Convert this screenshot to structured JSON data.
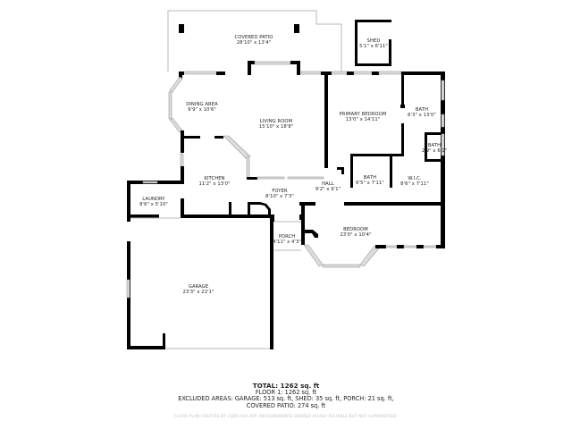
{
  "rooms": [
    {
      "id": "covered-patio",
      "name": "COVERED PATIO",
      "dims": "28'10\" x 13'4\""
    },
    {
      "id": "shed",
      "name": "SHED",
      "dims": "5'1\" x 6'11\""
    },
    {
      "id": "dining-area",
      "name": "DINING AREA",
      "dims": "9'9\" x 10'6\""
    },
    {
      "id": "living-room",
      "name": "LIVING ROOM",
      "dims": "15'10\" x 18'8\""
    },
    {
      "id": "primary-bedroom",
      "name": "PRIMARY BEDROOM",
      "dims": "13'0\" x 14'11\""
    },
    {
      "id": "bath-primary",
      "name": "BATH",
      "dims": "6'3\" x 13'0\""
    },
    {
      "id": "bath-small",
      "name": "BATH",
      "dims": "2'9\" x 6'1\""
    },
    {
      "id": "kitchen",
      "name": "KITCHEN",
      "dims": "11'2\" x 13'0\""
    },
    {
      "id": "laundry",
      "name": "LAUNDRY",
      "dims": "8'6\" x 5'10\""
    },
    {
      "id": "foyer",
      "name": "FOYER",
      "dims": "8'10\" x 7'3\""
    },
    {
      "id": "hall",
      "name": "HALL",
      "dims": "9'2\" x 6'1\""
    },
    {
      "id": "bath-hall",
      "name": "BATH",
      "dims": "6'5\" x 7'11\""
    },
    {
      "id": "wic",
      "name": "W.I.C.",
      "dims": "8'6\" x 7'11\""
    },
    {
      "id": "bedroom",
      "name": "BEDROOM",
      "dims": "23'0\" x 10'4\""
    },
    {
      "id": "porch",
      "name": "PORCH",
      "dims": "4'11\" x 4'3\""
    },
    {
      "id": "garage",
      "name": "GARAGE",
      "dims": "23'3\" x 22'1\""
    }
  ],
  "summary": {
    "total": "TOTAL: 1262 sq. ft",
    "floor1": "FLOOR 1: 1262 sq. ft",
    "excluded_line1": "EXCLUDED AREAS: GARAGE: 513 sq. ft, SHED: 35 sq. ft, PORCH: 21 sq. ft,",
    "excluded_line2": "COVERED PATIO: 274 sq. ft"
  },
  "disclaimer": "FLOOR PLAN CREATED BY CUBICASA APP. MEASUREMENTS DEEMED HIGHLY RELIABLE BUT NOT GUARANTEED."
}
